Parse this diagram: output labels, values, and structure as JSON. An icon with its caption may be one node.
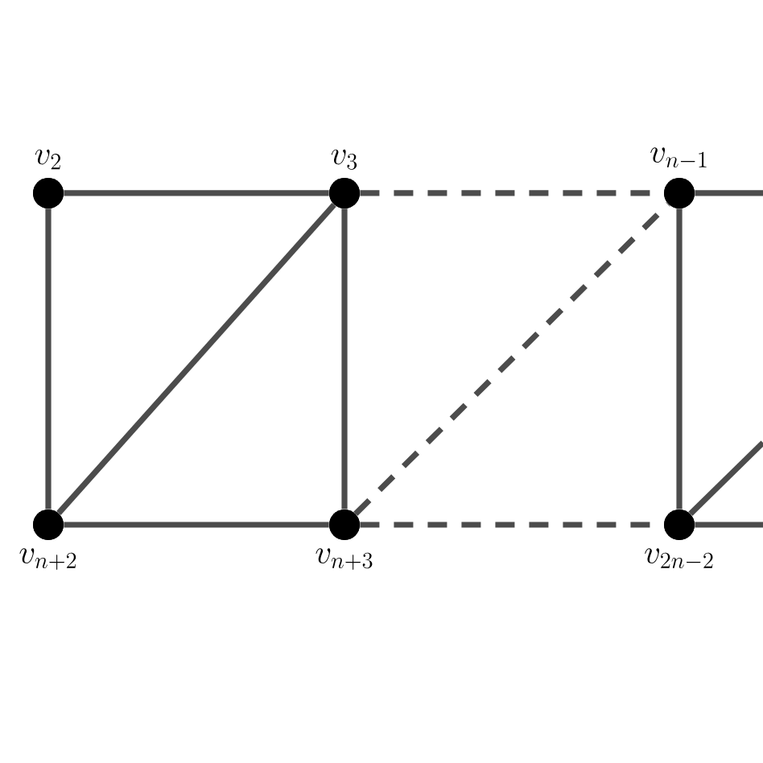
{
  "diagram": {
    "nodes": [
      {
        "text": [
          "v_2"
        ]
      },
      {
        "text": [
          "v_3"
        ]
      },
      {
        "text": [
          "v_{n-1}"
        ]
      },
      {
        "text": [
          "v_{n+2}"
        ]
      },
      {
        "text": [
          "v_{n+3}"
        ]
      },
      {
        "text": [
          "v_{2n-2}"
        ]
      }
    ],
    "edges": [
      {
        "from": 0,
        "to": 1,
        "arrow": "none"
      },
      {
        "from": 0,
        "to": 3,
        "arrow": "none"
      },
      {
        "from": 3,
        "to": 1,
        "arrow": "none"
      },
      {
        "from": 3,
        "to": 4,
        "arrow": "none"
      },
      {
        "from": 1,
        "to": 4,
        "arrow": "none"
      },
      {
        "from": 1,
        "to": 2,
        "arrow": "none",
        "style": "dashed"
      },
      {
        "from": 4,
        "to": 2,
        "arrow": "none",
        "style": "dashed"
      },
      {
        "from": 4,
        "to": 5,
        "arrow": "none",
        "style": "dashed"
      },
      {
        "from": 2,
        "to": 5,
        "arrow": "none"
      },
      {
        "from": 2,
        "to": null,
        "arrow": "none"
      },
      {
        "from": 5,
        "to": null,
        "arrow": "none"
      },
      {
        "from": 5,
        "to": null,
        "arrow": "none"
      }
    ]
  }
}
